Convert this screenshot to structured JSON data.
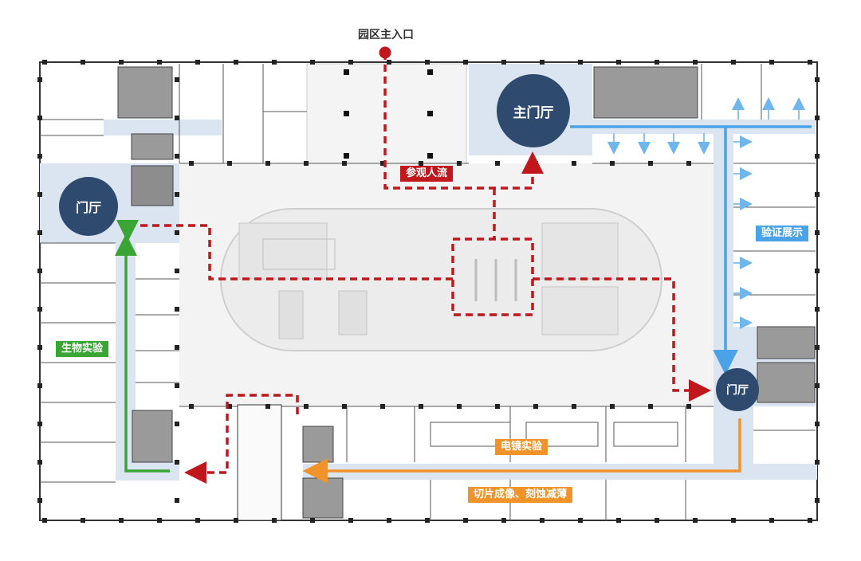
{
  "entry": {
    "label": "园区主入口"
  },
  "halls": {
    "main": "主门厅",
    "west": "门厅",
    "east": "门厅"
  },
  "routes": {
    "visitor": {
      "label": "参观人流",
      "color": "#c0171d"
    },
    "verification": {
      "label": "验证展示",
      "color": "#4aa3e8"
    },
    "biology": {
      "label": "生物实验",
      "color": "#3aa535"
    },
    "em": {
      "label": "电镜实验",
      "color": "#f0932a"
    },
    "sectioning": {
      "label": "切片成像、刻蚀减薄",
      "color": "#f0932a"
    }
  },
  "colors": {
    "hall_fill": "#2e4a6e",
    "corridor": "#dbe5f1",
    "wall": "#333333",
    "core": "#9a9a9a"
  }
}
